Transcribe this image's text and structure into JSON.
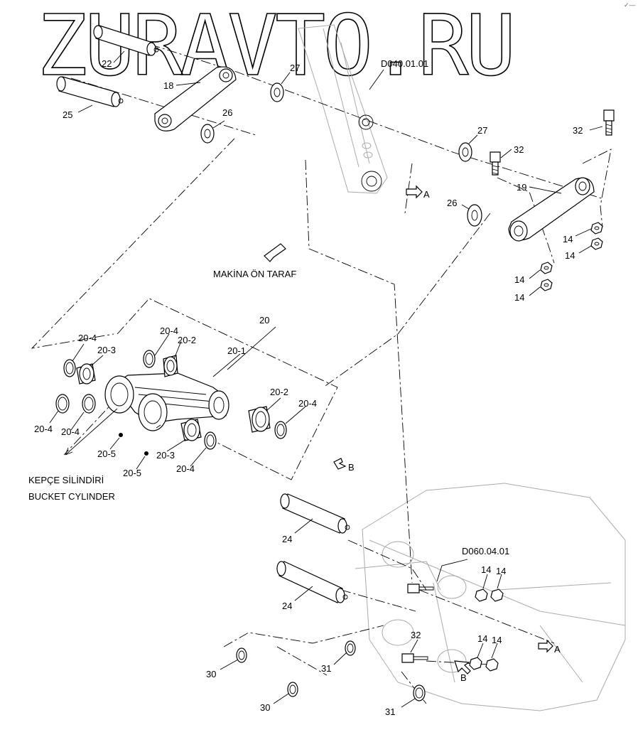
{
  "watermark": "ZURAVTO.RU",
  "corner_mark": "✓—",
  "references": {
    "upper_ref": "D040.01.01",
    "lower_ref": "D060.04.01"
  },
  "annotations": {
    "front_side": "MAKİNA ÖN TARAF",
    "bucket_cyl_tr": "KEPÇE SİLİNDİRİ",
    "bucket_cyl_en": "BUCKET CYLINDER",
    "arrow_a1": "A",
    "arrow_a2": "A",
    "arrow_b1": "B",
    "arrow_b2": "B"
  },
  "callouts": [
    "22",
    "25",
    "18",
    "27",
    "26",
    "27",
    "32",
    "32",
    "19",
    "26",
    "14",
    "14",
    "14",
    "14",
    "20",
    "20-1",
    "20-2",
    "20-2",
    "20-3",
    "20-3",
    "20-4",
    "20-4",
    "20-4",
    "20-4",
    "20-4",
    "20-4",
    "20-5",
    "20-5",
    "24",
    "24",
    "14",
    "14",
    "14",
    "14",
    "32",
    "30",
    "30",
    "31",
    "31"
  ]
}
